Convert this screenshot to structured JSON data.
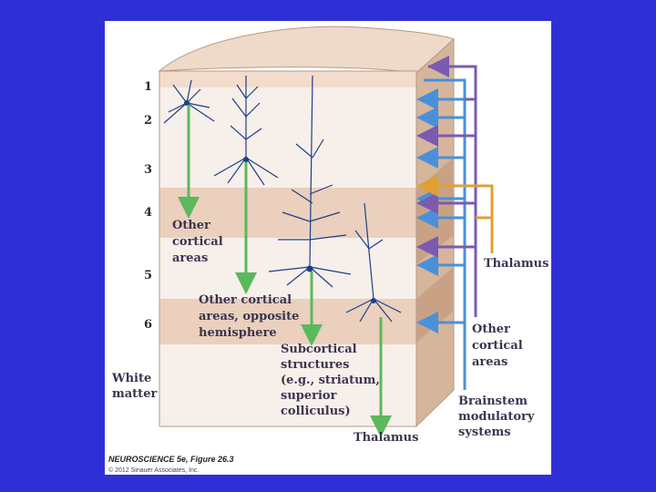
{
  "layers": [
    "1",
    "2",
    "3",
    "4",
    "5",
    "6"
  ],
  "white_matter": [
    "White",
    "matter"
  ],
  "left_labels": {
    "other_cortical": [
      "Other",
      "cortical",
      "areas"
    ],
    "opposite": [
      "Other cortical",
      "areas, opposite",
      "hemisphere"
    ],
    "subcortical": [
      "Subcortical",
      "structures",
      "(e.g., striatum,",
      "superior",
      "colliculus)"
    ],
    "thalamus_out": "Thalamus"
  },
  "right_labels": {
    "thalamus_in": "Thalamus",
    "other_cortical_in": [
      "Other",
      "cortical",
      "areas"
    ],
    "brainstem": [
      "Brainstem",
      "modulatory",
      "systems"
    ]
  },
  "caption": {
    "figure": "NEUROSCIENCE 5e, Figure 26.3",
    "copyright": "© 2012 Sinauer Associates, Inc."
  },
  "colors": {
    "background": "#2f2fd6",
    "panel": "#ffffff",
    "dendrites": "#1a3f8a",
    "output_arrows": "#5cb85c",
    "brainstem_arrows": "#4a90d9",
    "cortical_arrows": "#7a5bb0",
    "thalamus_arrows": "#e0a030"
  }
}
